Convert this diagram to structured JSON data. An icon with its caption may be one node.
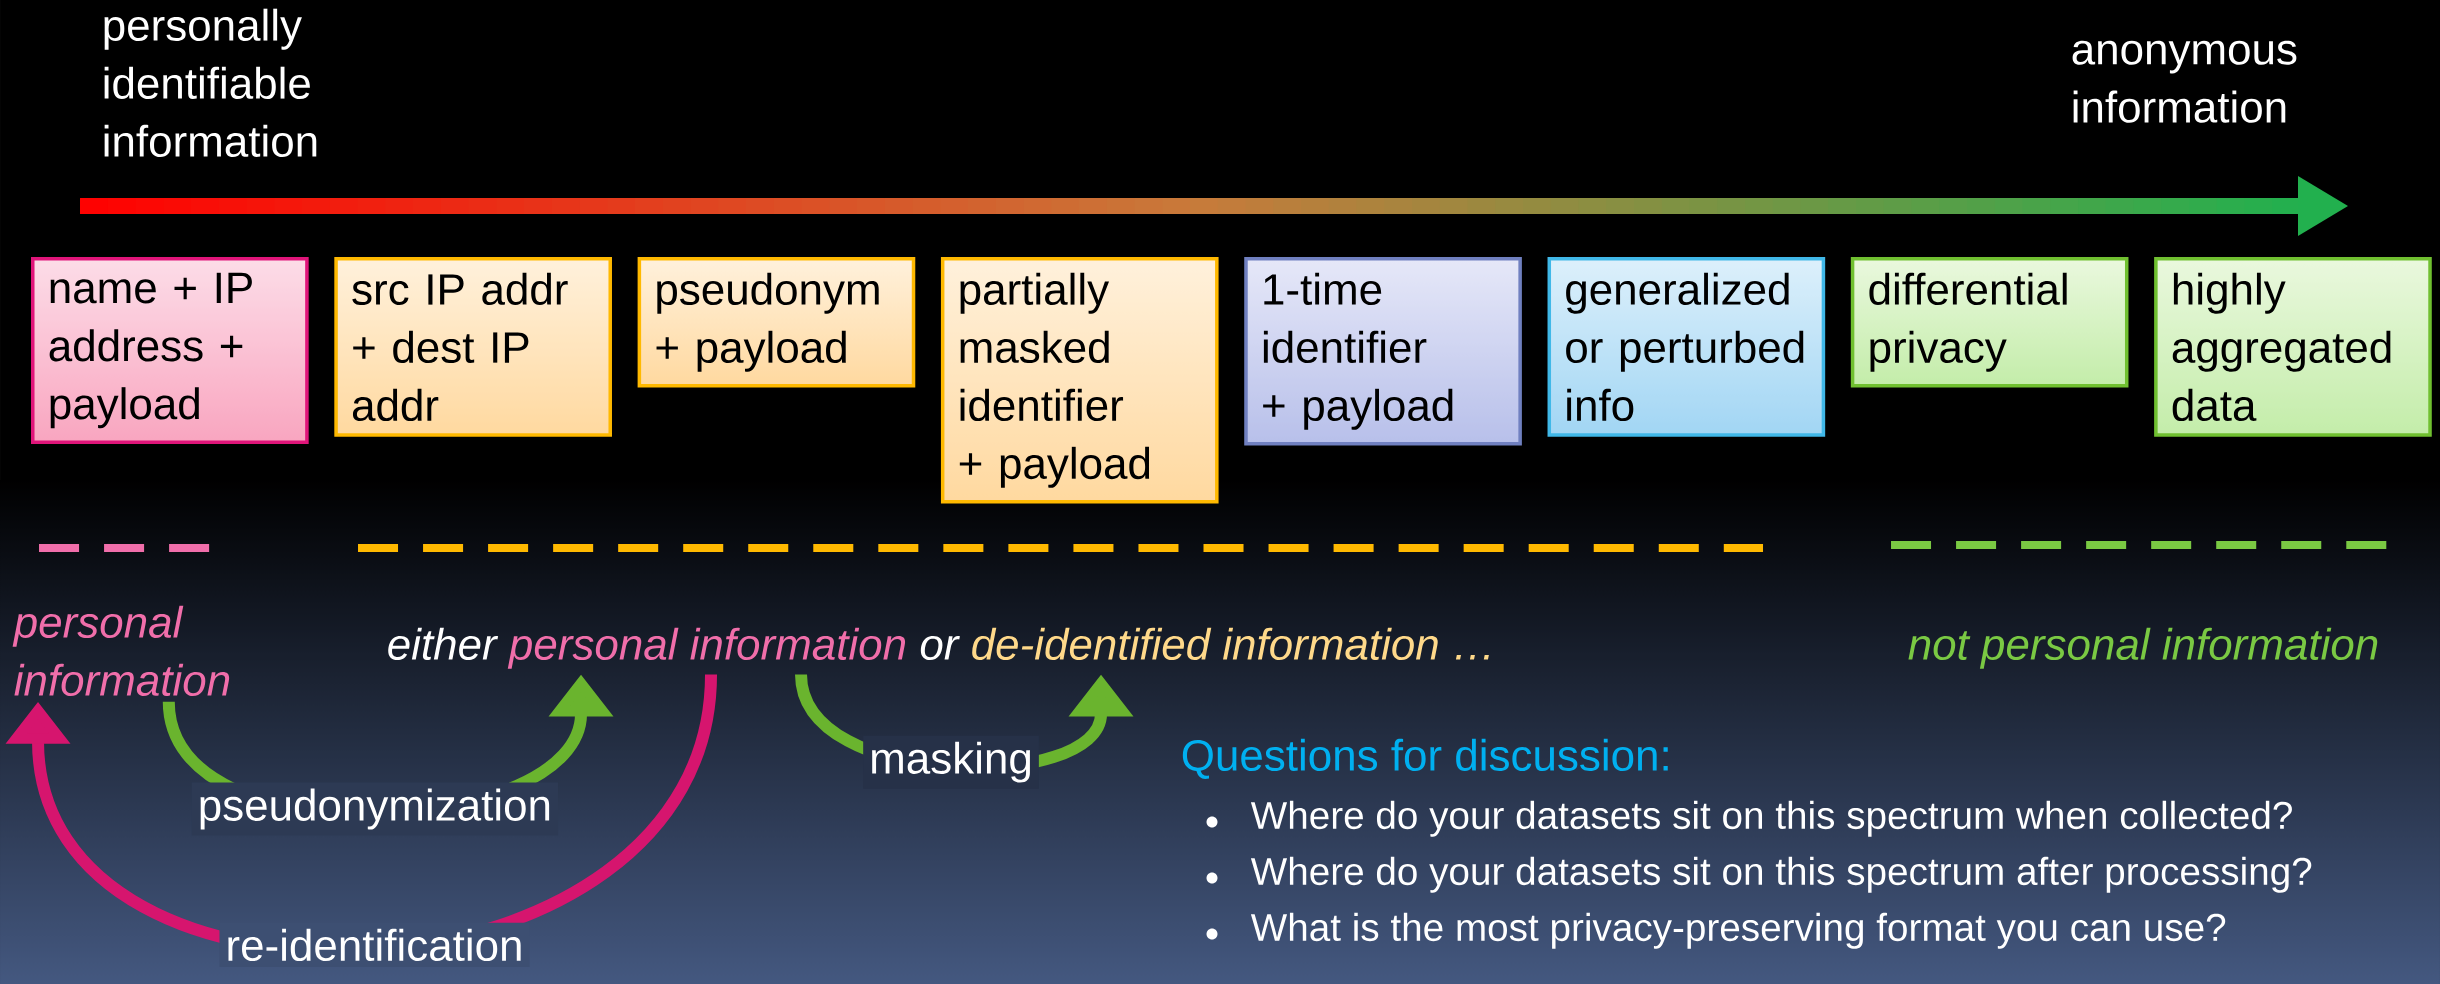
{
  "diagram": {
    "nodes": [
      {
        "text": [
          "name + IP address + payload"
        ]
      },
      {
        "text": [
          "src IP addr + dest IP addr"
        ]
      },
      {
        "text": [
          "pseudonym + payload"
        ]
      },
      {
        "text": [
          "partially masked identifier + payload"
        ]
      },
      {
        "text": [
          "1-time identifier + payload"
        ]
      },
      {
        "text": [
          "generalized or perturbed info"
        ]
      },
      {
        "text": [
          "differential privacy"
        ]
      },
      {
        "text": [
          "highly aggregated data"
        ]
      },
      {
        "text": [
          "personal information"
        ]
      },
      {
        "text": [
          "either",
          "personal information",
          "or",
          "de-identified information …"
        ]
      },
      {
        "text": [
          "not personal information"
        ]
      }
    ],
    "edges": [
      {
        "from": 8,
        "to": 9,
        "arrow": "to",
        "label": "pseudonymization"
      },
      {
        "from": 9,
        "to": 9,
        "arrow": "to",
        "label": "masking"
      },
      {
        "from": 9,
        "to": 8,
        "arrow": "to",
        "label": "re-identification",
        "color": "#d6156e"
      }
    ],
    "labels": [
      "personally identifiable information",
      "anonymous information",
      "Questions for discussion:",
      "Where do your datasets sit on this spectrum when collected?",
      "Where do your datasets sit on this spectrum after processing?",
      "What is the most privacy-preserving format you can use?"
    ]
  }
}
